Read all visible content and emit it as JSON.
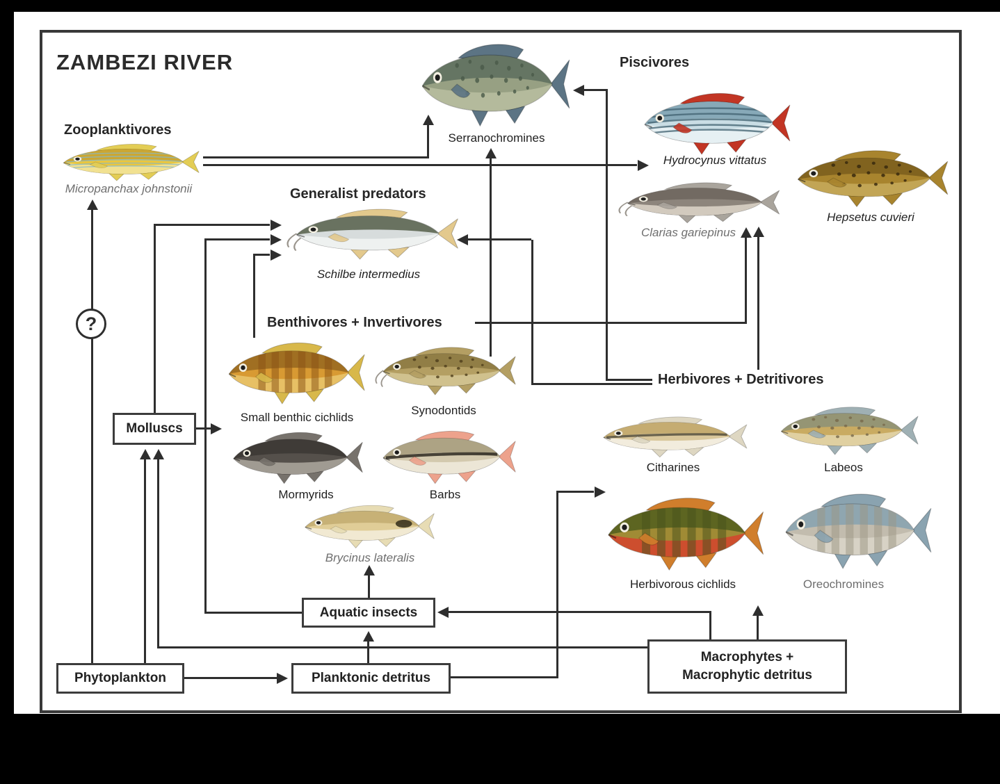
{
  "title": "ZAMBEZI RIVER",
  "question_mark": "?",
  "groups": {
    "zooplanktivores": "Zooplanktivores",
    "piscivores": "Piscivores",
    "generalist_predators": "Generalist predators",
    "benthivores_invertivores": "Benthivores + Invertivores",
    "herbivores_detritivores": "Herbivores + Detritivores"
  },
  "boxes": {
    "molluscs": "Molluscs",
    "aquatic_insects": "Aquatic insects",
    "phytoplankton": "Phytoplankton",
    "planktonic_detritus": "Planktonic detritus",
    "macrophytes_line1": "Macrophytes +",
    "macrophytes_line2": "Macrophytic detritus"
  },
  "colors": {
    "line": "#2e2e2e",
    "frame": "#383838",
    "text": "#262626",
    "caption_gray": "#6f6f6f",
    "paper": "#ffffff",
    "background": "#000000"
  },
  "species": {
    "micropanchax": {
      "label": "Micropanchax johnstonii",
      "fish": {
        "body": "#e9c63f",
        "back": "#c8a332",
        "belly": "#f2e39a",
        "fin": "#e3cd55",
        "mark": "#85b8c9",
        "pattern": "stripes",
        "barbels": false
      }
    },
    "serranochromines": {
      "label": "Serranochromines",
      "fish": {
        "body": "#97a083",
        "back": "#5f705f",
        "belly": "#b7bd9e",
        "fin": "#5c7484",
        "mark": "#4a5a48",
        "pattern": "spots",
        "barbels": false
      }
    },
    "hydrocynus": {
      "label": "Hydrocynus vittatus",
      "fish": {
        "body": "#c9dde4",
        "back": "#7fa3b2",
        "belly": "#e9f2f4",
        "fin": "#c23524",
        "mark": "#3f606f",
        "pattern": "stripes",
        "barbels": false
      }
    },
    "clarias": {
      "label": "Clarias gariepinus",
      "fish": {
        "body": "#8d857c",
        "back": "#6f675f",
        "belly": "#d9d2c5",
        "fin": "#a9a49c",
        "mark": "#6f675f",
        "pattern": "none",
        "barbels": true
      }
    },
    "hepsetus": {
      "label": "Hepsetus cuvieri",
      "fish": {
        "body": "#a8842e",
        "back": "#7c5f1e",
        "belly": "#c4a85a",
        "fin": "#a8842e",
        "mark": "#33250c",
        "pattern": "spots",
        "barbels": false
      }
    },
    "schilbe": {
      "label": "Schilbe intermedius",
      "fish": {
        "body": "#d7dcdc",
        "back": "#5d6652",
        "belly": "#f1f3f2",
        "fin": "#e3c98d",
        "mark": "#9aa49c",
        "pattern": "none",
        "barbels": true
      }
    },
    "small_benthic_cichlids": {
      "label": "Small benthic cichlids",
      "fish": {
        "body": "#d89a33",
        "back": "#9a6a20",
        "belly": "#e9c46a",
        "fin": "#d8b84a",
        "mark": "#8a5214",
        "pattern": "bars",
        "barbels": false
      }
    },
    "synodontids": {
      "label": "Synodontids",
      "fish": {
        "body": "#b49f63",
        "back": "#8d7a43",
        "belly": "#d3c492",
        "fin": "#b49f63",
        "mark": "#4e3d1a",
        "pattern": "spots",
        "barbels": true
      }
    },
    "mormyrids": {
      "label": "Mormyrids",
      "fish": {
        "body": "#55504b",
        "back": "#3d3935",
        "belly": "#a9a39a",
        "fin": "#77726c",
        "mark": "#3d3935",
        "pattern": "none",
        "barbels": false
      }
    },
    "barbs": {
      "label": "Barbs",
      "fish": {
        "body": "#d3c9ae",
        "back": "#a99e80",
        "belly": "#eee9da",
        "fin": "#eda28c",
        "mark": "#2e2a22",
        "pattern": "midstripe",
        "barbels": false
      }
    },
    "brycinus": {
      "label": "Brycinus lateralis",
      "fish": {
        "body": "#e0cd97",
        "back": "#c4ae72",
        "belly": "#f3ecd8",
        "fin": "#e7dcb4",
        "mark": "#3c3520",
        "pattern": "tailspot",
        "barbels": false
      }
    },
    "citharines": {
      "label": "Citharines",
      "fish": {
        "body": "#d9c79b",
        "back": "#c2a86d",
        "belly": "#f4f0e4",
        "fin": "#ded7c2",
        "mark": "#55503f",
        "pattern": "midstripe",
        "barbels": false
      }
    },
    "labeos": {
      "label": "Labeos",
      "fish": {
        "body": "#c9ab62",
        "back": "#8f9277",
        "belly": "#e2d4a8",
        "fin": "#9fb0b4",
        "mark": "#77684a",
        "pattern": "spots",
        "barbels": false
      }
    },
    "herbivorous_cichlids": {
      "label": "Herbivorous cichlids",
      "fish": {
        "body": "#a08b35",
        "back": "#55601f",
        "belly": "#d2472e",
        "fin": "#d07e2c",
        "mark": "#47521c",
        "pattern": "bars",
        "barbels": false
      }
    },
    "oreochromines": {
      "label": "Oreochromines",
      "fish": {
        "body": "#c2bcae",
        "back": "#8aa3b0",
        "belly": "#d9d4c8",
        "fin": "#8aa3b0",
        "mark": "#9c9684",
        "pattern": "bars",
        "barbels": false
      }
    }
  }
}
